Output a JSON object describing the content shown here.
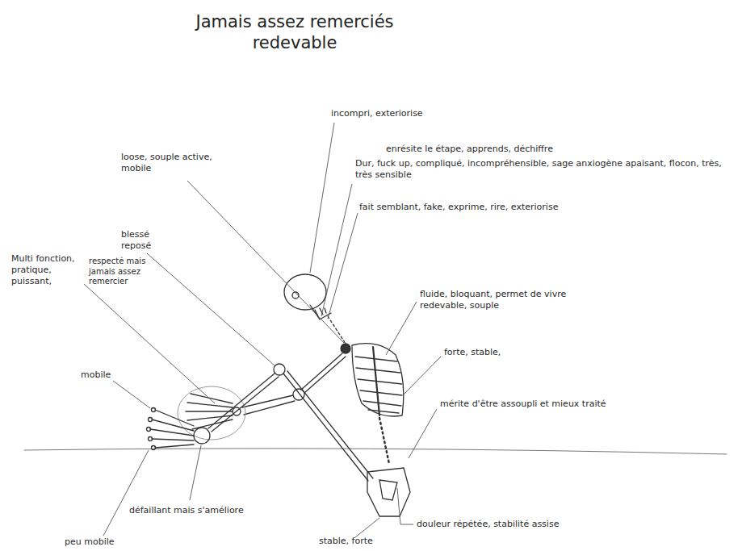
{
  "diagram": {
    "title": "Jamais assez remerciés redevable",
    "labels": [
      "incompri, exteriorise",
      "enrésite le étape, apprends, déchiffre",
      "Dur, fuck up, compliqué, incompréhensible, sage anxiogène apaisant, flocon, très, très sensible",
      "fait semblant, fake, exprime, rire, exteriorise",
      "loose, souple active, mobile",
      "blessé reposé",
      "Multi fonction, pratique, puissant,",
      "respecté mais jamais assez remercier",
      "mobile",
      "défaillant mais s'améliore",
      "peu mobile",
      "fluide, bloquant, permet de vivre redevable, souple",
      "forte, stable,",
      "mérite d'être assoupli et mieux traité",
      "douleur répétée, stabilité assise",
      "stable, forte"
    ]
  }
}
